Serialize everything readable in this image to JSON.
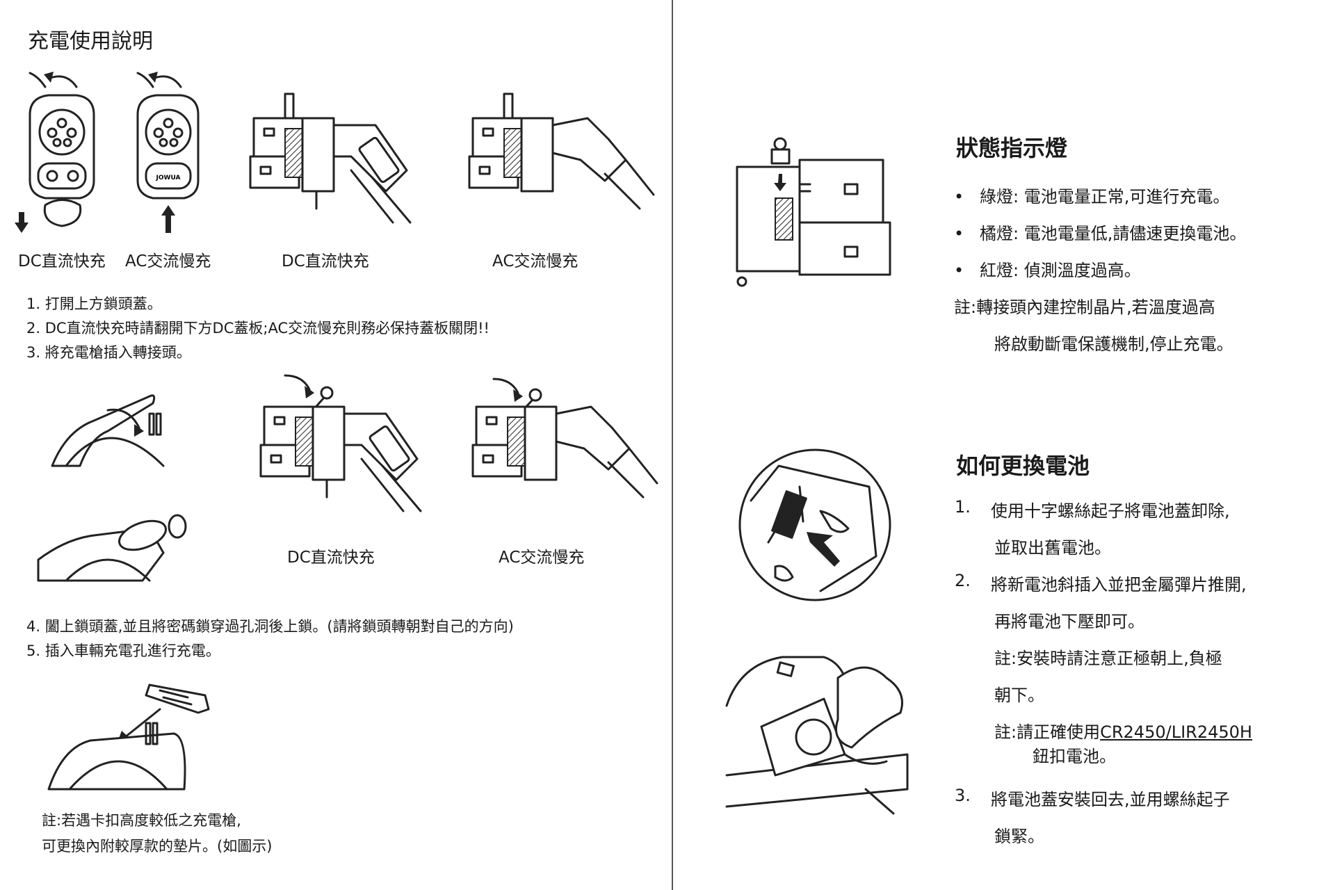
{
  "left": {
    "title": "充電使用說明",
    "captions_top": [
      "DC直流快充",
      "AC交流慢充",
      "DC直流快充",
      "AC交流慢充"
    ],
    "steps_a": [
      "1. 打開上方鎖頭蓋。",
      "2. DC直流快充時請翻開下方DC蓋板;AC交流慢充則務必保持蓋板關閉!!",
      "3. 將充電槍插入轉接頭。"
    ],
    "captions_mid": [
      "DC直流快充",
      "AC交流慢充"
    ],
    "steps_b": [
      "4. 闔上鎖頭蓋,並且將密碼鎖穿過孔洞後上鎖。(請將鎖頭轉朝對自己的方向)",
      "5. 插入車輛充電孔進行充電。"
    ],
    "note_lines": [
      "註:若遇卡扣高度較低之充電槍,",
      "可更換內附較厚款的墊片。(如圖示)"
    ],
    "logo_text": "JOWUA"
  },
  "right": {
    "status_title": "狀態指示燈",
    "status_items": [
      "綠燈: 電池電量正常,可進行充電。",
      "橘燈: 電池電量低,請儘速更換電池。",
      "紅燈: 偵測溫度過高。"
    ],
    "status_note": [
      "註:轉接頭內建控制晶片,若溫度過高",
      "將啟動斷電保護機制,停止充電。"
    ],
    "battery_title": "如何更換電池",
    "b1_num": "1.",
    "b1_l1": "使用十字螺絲起子將電池蓋卸除,",
    "b1_l2": "並取出舊電池。",
    "b2_num": "2.",
    "b2_l1": "將新電池斜插入並把金屬彈片推開,",
    "b2_l2": "再將電池下壓即可。",
    "note1_l1": "註:安裝時請注意正極朝上,負極",
    "note1_l2": "朝下。",
    "note2_prefix": "註:請正確使用",
    "note2_model": "CR2450/LIR2450H",
    "note2_l2": "鈕扣電池。",
    "b3_num": "3.",
    "b3_l1": "將電池蓋安裝回去,並用螺絲起子",
    "b3_l2": "鎖緊。"
  }
}
